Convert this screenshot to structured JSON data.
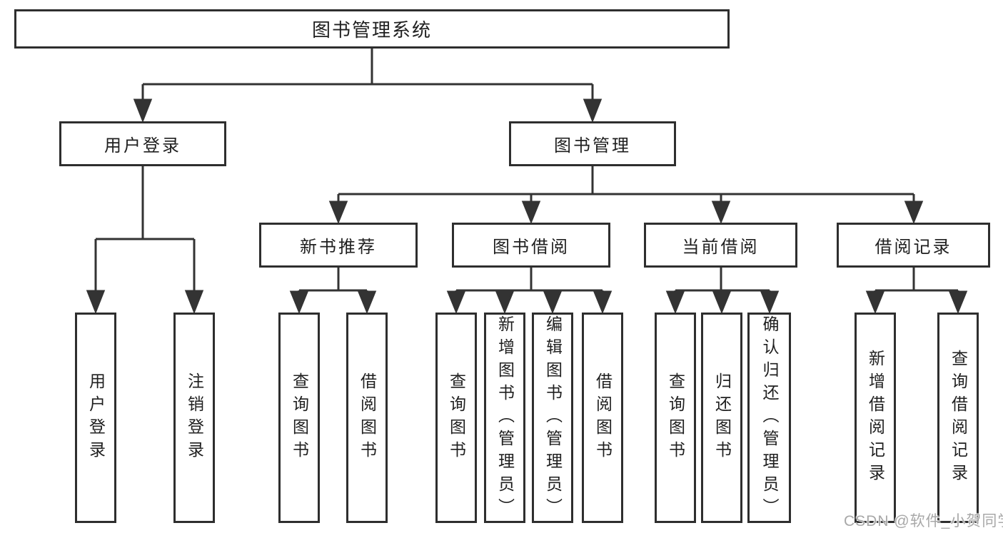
{
  "diagram": {
    "root": {
      "label": "图书管理系统"
    },
    "level2": [
      {
        "id": "user-login",
        "label": "用户登录"
      },
      {
        "id": "book-management",
        "label": "图书管理"
      }
    ],
    "level3": [
      {
        "id": "new-book-recommend",
        "label": "新书推荐",
        "parent": "图书管理"
      },
      {
        "id": "book-borrowing",
        "label": "图书借阅",
        "parent": "图书管理"
      },
      {
        "id": "current-borrowing",
        "label": "当前借阅",
        "parent": "图书管理"
      },
      {
        "id": "borrowing-records",
        "label": "借阅记录",
        "parent": "图书管理"
      }
    ],
    "leaves": [
      {
        "id": "user-login-action",
        "label": "用户登录",
        "parent": "用户登录"
      },
      {
        "id": "logout-action",
        "label": "注销登录",
        "parent": "用户登录"
      },
      {
        "id": "query-books-recommend",
        "label": "查询图书",
        "parent": "新书推荐"
      },
      {
        "id": "borrow-books-recommend",
        "label": "借阅图书",
        "parent": "新书推荐"
      },
      {
        "id": "query-books-borrowing",
        "label": "查询图书",
        "parent": "图书借阅"
      },
      {
        "id": "add-books-admin",
        "label": "新增图书（管理员）",
        "parent": "图书借阅"
      },
      {
        "id": "edit-books-admin",
        "label": "编辑图书（管理员）",
        "parent": "图书借阅"
      },
      {
        "id": "borrow-books-borrowing",
        "label": "借阅图书",
        "parent": "图书借阅"
      },
      {
        "id": "query-books-current",
        "label": "查询图书",
        "parent": "当前借阅"
      },
      {
        "id": "return-books",
        "label": "归还图书",
        "parent": "当前借阅"
      },
      {
        "id": "confirm-return-admin",
        "label": "确认归还（管理员）",
        "parent": "当前借阅"
      },
      {
        "id": "add-borrow-record",
        "label": "新增借阅记录",
        "parent": "借阅记录"
      },
      {
        "id": "query-borrow-record",
        "label": "查询借阅记录",
        "parent": "借阅记录"
      }
    ],
    "watermark": "CSDN @软件_小贺同学",
    "colors": {
      "line": "#333333",
      "box_border": "#2e2e2e",
      "text": "#1f1f1f",
      "watermark": "#a8a8a8",
      "background": "#ffffff"
    }
  }
}
